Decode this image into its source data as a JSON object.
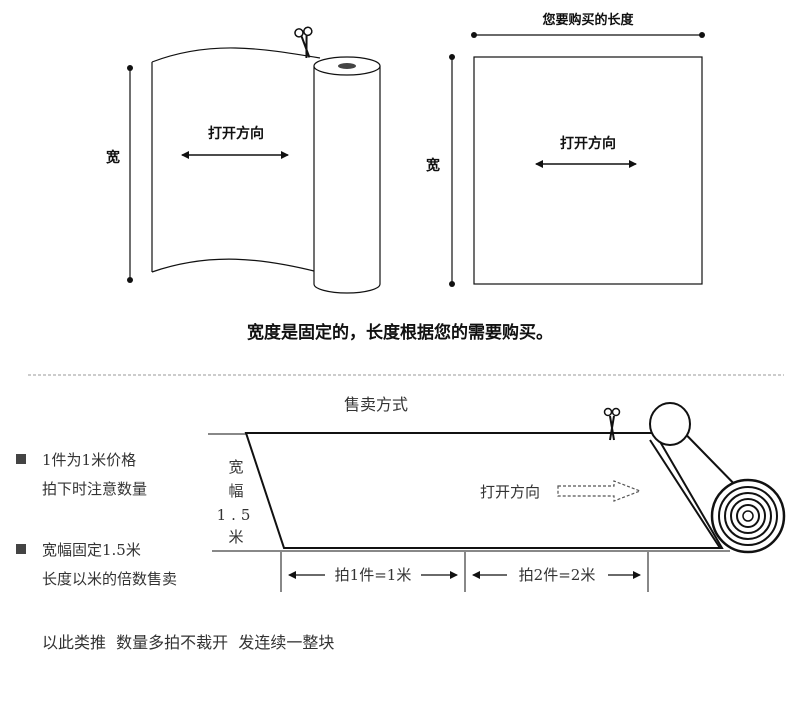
{
  "top": {
    "left_panel": {
      "width_label": "宽",
      "direction_label": "打开方向"
    },
    "right_panel": {
      "length_label": "您要购买的长度",
      "width_label": "宽",
      "direction_label": "打开方向"
    },
    "caption": "宽度是固定的，长度根据您的需要购买。"
  },
  "bottom": {
    "sale_title": "售卖方式",
    "rules": [
      {
        "line1": "1件为1米价格",
        "line2": "拍下时注意数量"
      },
      {
        "line1": "宽幅固定1.5米",
        "line2": "长度以米的倍数售卖"
      }
    ],
    "width_label": [
      "宽",
      "幅",
      "1.5",
      "米"
    ],
    "direction_label": "打开方向",
    "segments": [
      "拍1件=1米",
      "拍2件=2米"
    ],
    "footer_note": "以此类推  数量多拍不裁开  发连续一整块"
  },
  "colors": {
    "line": "#111111",
    "separator": "#999999",
    "bullet": "#444444"
  }
}
